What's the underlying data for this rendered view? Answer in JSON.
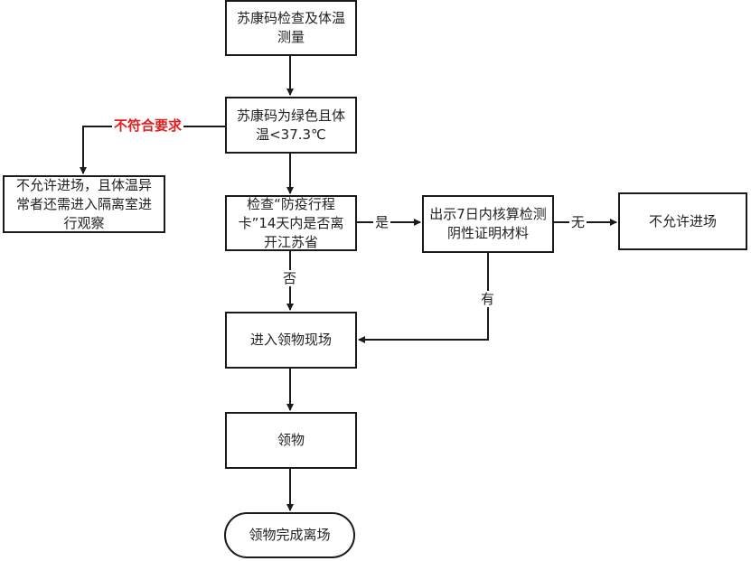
{
  "nodes": {
    "start": "苏康码检查及体温测量",
    "check_code": "苏康码为绿色且体温<37.3℃",
    "reject_quarantine": "不允许进场，且体温异常者还需进入隔离室进行观察",
    "check_travel": "检查“防疫行程卡”14天内是否离开江苏省",
    "show_test": "出示7日内核算检测阴性证明材料",
    "reject": "不允许进场",
    "enter": "进入领物现场",
    "collect": "领物",
    "finish": "领物完成离场"
  },
  "edge_labels": {
    "fail": "不符合要求",
    "yes": "是",
    "no": "否",
    "none": "无",
    "have": "有"
  },
  "colors": {
    "fail_label": "#e02020",
    "stroke": "#1a1a1a"
  }
}
